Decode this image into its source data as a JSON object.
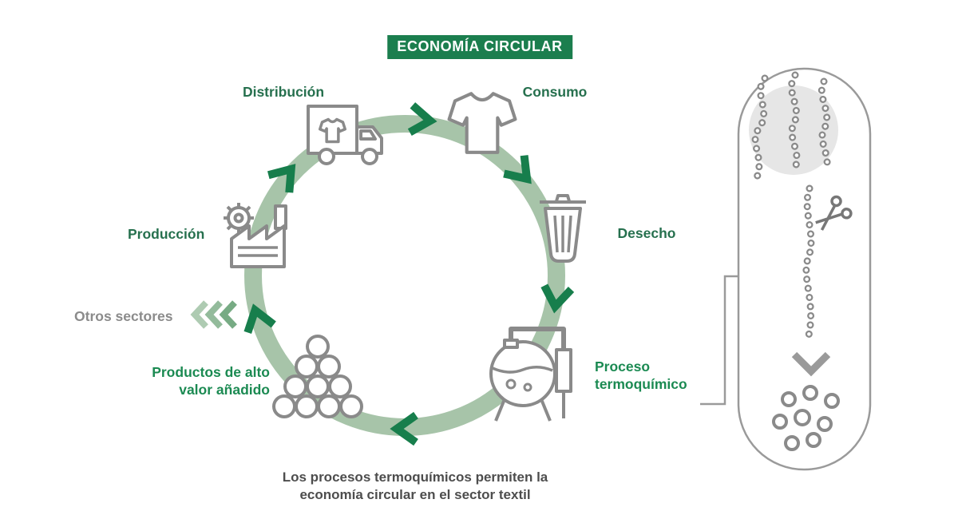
{
  "title": "ECONOMÍA CIRCULAR",
  "labels": {
    "distribucion": "Distribución",
    "consumo": "Consumo",
    "desecho": "Desecho",
    "proceso_line1": "Proceso",
    "proceso_line2": "termoquímico",
    "productos_line1": "Productos de alto",
    "productos_line2": "valor añadido",
    "otros_sectores": "Otros sectores",
    "produccion": "Producción"
  },
  "caption": {
    "line1": "Los procesos termoquímicos permiten la",
    "line2": "economía circular en el sector textil"
  },
  "colors": {
    "banner_bg": "#1b7e4e",
    "stage_label_green": "#26704e",
    "highlight_green": "#1b8a52",
    "ring_sage": "#a7c4a9",
    "arrow_green": "#177e4c",
    "icon_gray": "#8a8a8a",
    "muted_gray": "#8b8b8b",
    "caption_gray": "#4d4d4d"
  },
  "icons": {
    "distribucion": "delivery-truck-icon",
    "consumo": "tshirt-icon",
    "desecho": "trash-bin-icon",
    "proceso_termoquimico": "thermochemical-reactor-icon",
    "productos_alto_valor": "pyramid-circles-icon",
    "otros_sectores": "triple-chevron-left-icon",
    "produccion": "factory-icon",
    "panel_top": "polymer-chains-icon",
    "panel_cut": "scissors-icon",
    "panel_stream": "monomer-stream-icon",
    "panel_arrow": "down-arrow-icon",
    "panel_bottom": "recovered-monomers-icon"
  }
}
